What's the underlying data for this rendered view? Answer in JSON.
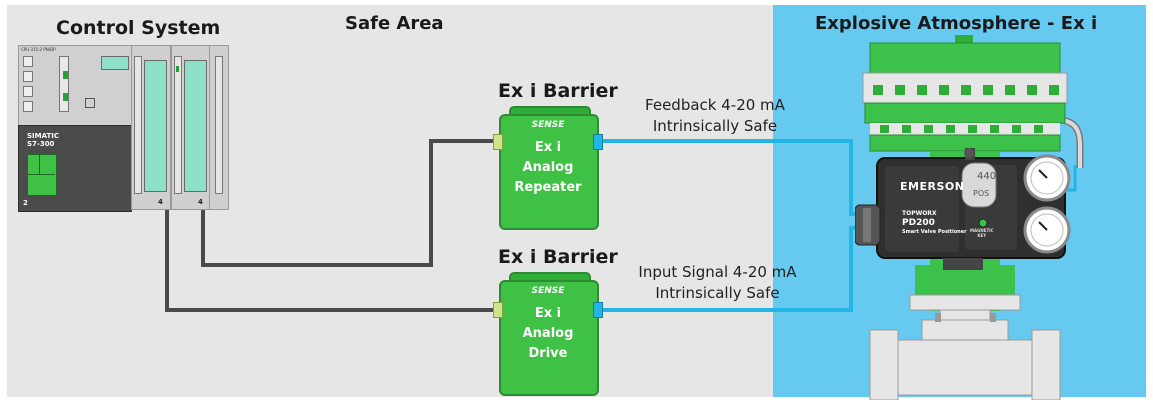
{
  "zones": {
    "control_system": "Control System",
    "safe_area": "Safe Area",
    "explosive": "Explosive Atmosphere - Ex i"
  },
  "plc": {
    "model": "SIMATIC\nS7-300",
    "module_top_left": "CPU 315-2 PN/DP",
    "slot_2": "2",
    "slot_4a": "4",
    "slot_4b": "4"
  },
  "barriers": [
    {
      "heading": "Ex i Barrier",
      "logo": "SENSE",
      "lines": [
        "Ex i",
        "Analog",
        "Repeater"
      ]
    },
    {
      "heading": "Ex i Barrier",
      "logo": "SENSE",
      "lines": [
        "Ex i",
        "Analog",
        "Drive"
      ]
    }
  ],
  "signals": {
    "feedback_line1": "Feedback 4-20 mA",
    "feedback_line2": "Intrinsically Safe",
    "input_line1": "Input Signal 4-20 mA",
    "input_line2": "Intrinsically Safe"
  },
  "positioner": {
    "brand": "EMERSON",
    "sub_brand": "TOPWORX",
    "model": "PD200",
    "model_sub": "Smart Valve Positioner",
    "display_value": "440",
    "display_unit": "POS",
    "key_label": "MAGNETIC\nKEY"
  },
  "colors": {
    "safe_area": "#e6e6e6",
    "explosive_area": "#66c9ef",
    "barrier_green": "#3ec145",
    "safe_wire": "#4a4a4a",
    "is_wire": "#22b5e6",
    "actuator_green": "#3cc24a"
  }
}
